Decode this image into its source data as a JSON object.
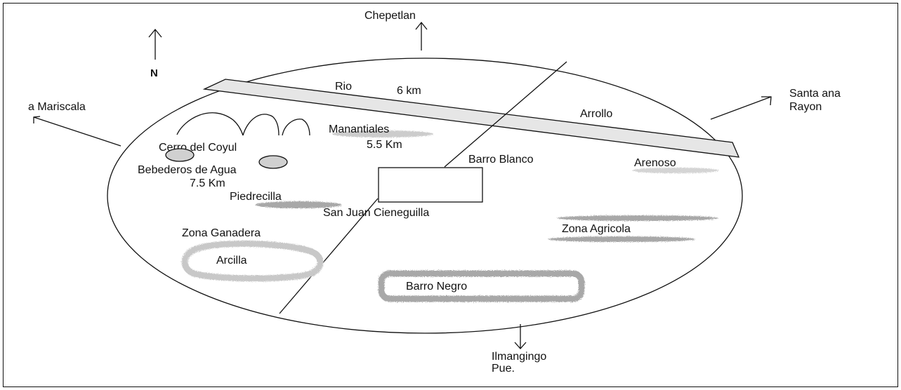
{
  "north_label": "N",
  "directions": {
    "north": "Chepetlan",
    "west": "a Mariscala",
    "east_line1": "Santa ana",
    "east_line2": "Rayon",
    "south_line1": "Ilmangingo",
    "south_line2": "Pue."
  },
  "features": {
    "river": "Rio",
    "river_distance": "6 km",
    "stream": "Arrollo",
    "springs": "Manantiales",
    "springs_distance": "5.5 Km",
    "hill": "Cerro del Coyul",
    "water_troughs": "Bebederos de Agua",
    "troughs_distance": "7.5 Km",
    "white_clay": "Barro Blanco",
    "sandy": "Arenoso",
    "gravel": "Piedrecilla",
    "town": "San Juan Cieneguilla",
    "agricultural": "Zona Agricola",
    "livestock": "Zona Ganadera",
    "clay": "Arcilla",
    "black_clay": "Barro Negro"
  },
  "colors": {
    "ink": "#111111",
    "river_fill": "#e6e6e6",
    "texture": "#a8a8a8",
    "texture_light": "#c8c8c8"
  }
}
